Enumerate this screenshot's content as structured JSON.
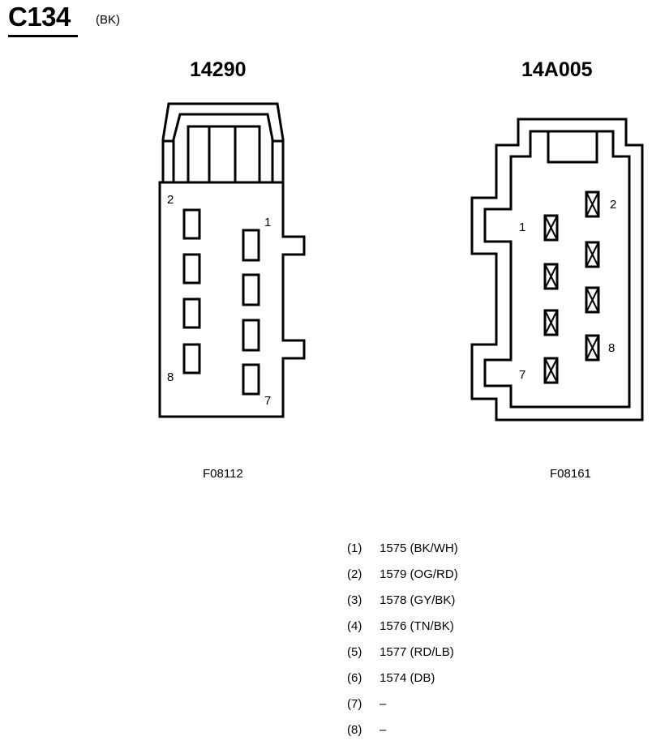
{
  "connector": {
    "id": "C134",
    "color": "(BK)"
  },
  "left_view": {
    "part": "14290",
    "figure": "F08112",
    "pin_labels": {
      "p1": "1",
      "p2": "2",
      "p7": "7",
      "p8": "8"
    }
  },
  "right_view": {
    "part": "14A005",
    "figure": "F08161",
    "pin_labels": {
      "p1": "1",
      "p2": "2",
      "p7": "7",
      "p8": "8"
    }
  },
  "pins": [
    {
      "num": "(1)",
      "desc": "1575 (BK/WH)"
    },
    {
      "num": "(2)",
      "desc": "1579 (OG/RD)"
    },
    {
      "num": "(3)",
      "desc": "1578 (GY/BK)"
    },
    {
      "num": "(4)",
      "desc": "1576 (TN/BK)"
    },
    {
      "num": "(5)",
      "desc": "1577 (RD/LB)"
    },
    {
      "num": "(6)",
      "desc": "1574 (DB)"
    },
    {
      "num": "(7)",
      "desc": "–"
    },
    {
      "num": "(8)",
      "desc": "–"
    }
  ]
}
